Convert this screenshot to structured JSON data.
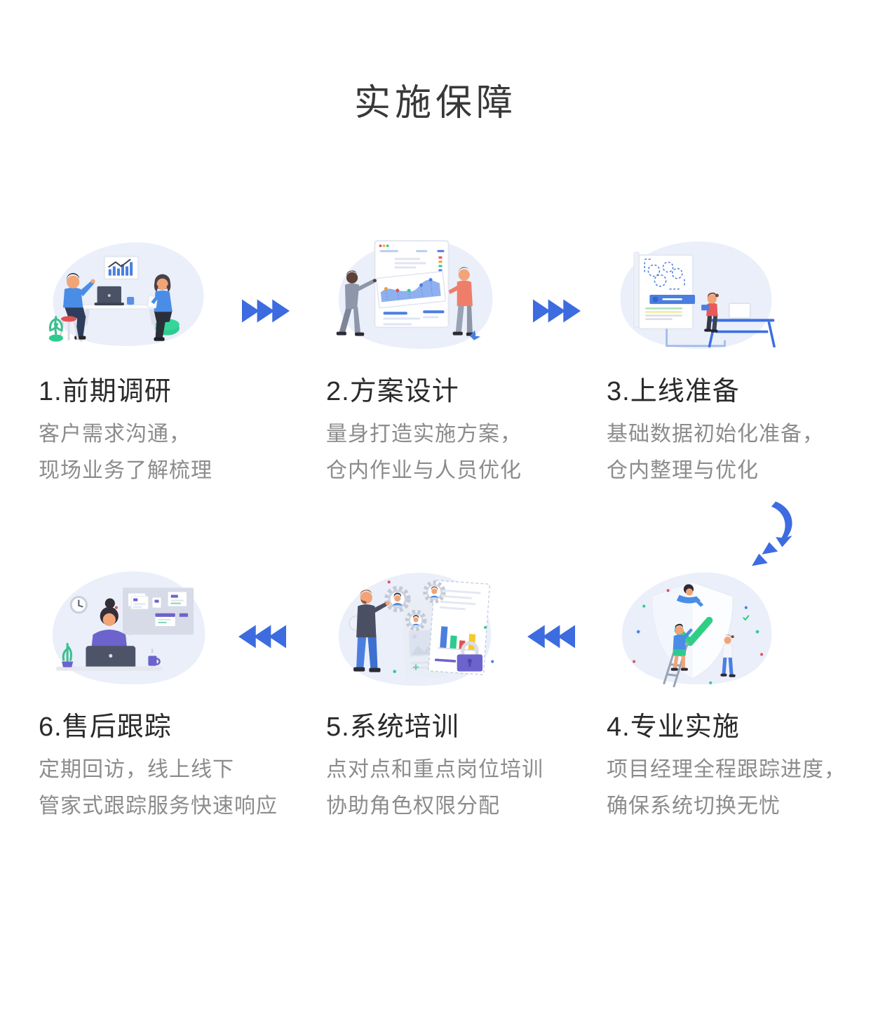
{
  "page": {
    "title": "实施保障"
  },
  "theme": {
    "arrow_blue": "#3d6be0",
    "illustration_bg": "#eaeffa",
    "title_color": "#383838",
    "step_title_color": "#2a2a2a",
    "description_color": "#8c8c8c"
  },
  "steps": [
    {
      "title": "1.前期调研",
      "desc_line1": "客户需求沟通，",
      "desc_line2": "现场业务了解梳理",
      "illustration": "two-people-meeting-at-table"
    },
    {
      "title": "2.方案设计",
      "desc_line1": "量身打造实施方案，",
      "desc_line2": "仓内作业与人员优化",
      "illustration": "two-people-reviewing-dashboard"
    },
    {
      "title": "3.上线准备",
      "desc_line1": "基础数据初始化准备，",
      "desc_line2": "仓内整理与优化",
      "illustration": "document-and-person-at-desk"
    },
    {
      "title": "4.专业实施",
      "desc_line1": "项目经理全程跟踪进度，",
      "desc_line2": "确保系统切换无忧",
      "illustration": "team-building-shield-checkmark"
    },
    {
      "title": "5.系统培训",
      "desc_line1": "点对点和重点岗位培训",
      "desc_line2": "协助角色权限分配",
      "illustration": "man-connecting-user-gears"
    },
    {
      "title": "6.售后跟踪",
      "desc_line1": "定期回访，线上线下",
      "desc_line2": "管家式跟踪服务快速响应",
      "illustration": "woman-support-at-laptop"
    }
  ],
  "flow": {
    "connectors": [
      {
        "between": "1-2",
        "icon": "triple-arrow-right"
      },
      {
        "between": "2-3",
        "icon": "triple-arrow-right"
      },
      {
        "between": "3-4",
        "icon": "curved-arrow-down-left"
      },
      {
        "between": "4-5",
        "icon": "triple-arrow-left"
      },
      {
        "between": "5-6",
        "icon": "triple-arrow-left"
      }
    ]
  }
}
